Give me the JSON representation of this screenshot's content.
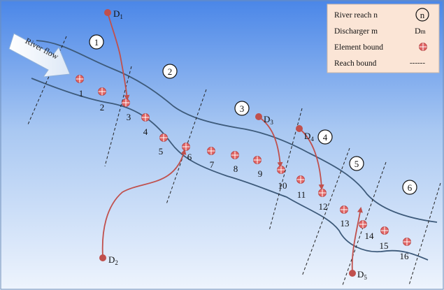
{
  "river_flow_label": "River flow",
  "legend": {
    "river_reach": "River reach  n",
    "river_reach_symbol": "n",
    "discharger": "Discharger  m",
    "discharger_symbol_base": "D",
    "discharger_symbol_sub": "m",
    "element_bound": "Element bound",
    "reach_bound": "Reach bound",
    "reach_bound_symbol": "------"
  },
  "reaches": [
    "1",
    "2",
    "3",
    "4",
    "5",
    "6"
  ],
  "dischargers": [
    {
      "base": "D",
      "sub": "1"
    },
    {
      "base": "D",
      "sub": "2"
    },
    {
      "base": "D",
      "sub": "3"
    },
    {
      "base": "D",
      "sub": "4"
    },
    {
      "base": "D",
      "sub": "5"
    }
  ],
  "elements": [
    "1",
    "2",
    "3",
    "4",
    "5",
    "6",
    "7",
    "8",
    "9",
    "10",
    "11",
    "12",
    "13",
    "14",
    "15",
    "16"
  ],
  "colors": {
    "background_top": "#4a86e8",
    "background_bottom": "#eef4fd",
    "river_line": "#3d5a7a",
    "discharge_arrow": "#c0504d",
    "element_marker": "#e06666",
    "legend_bg": "#fbe5d6"
  }
}
